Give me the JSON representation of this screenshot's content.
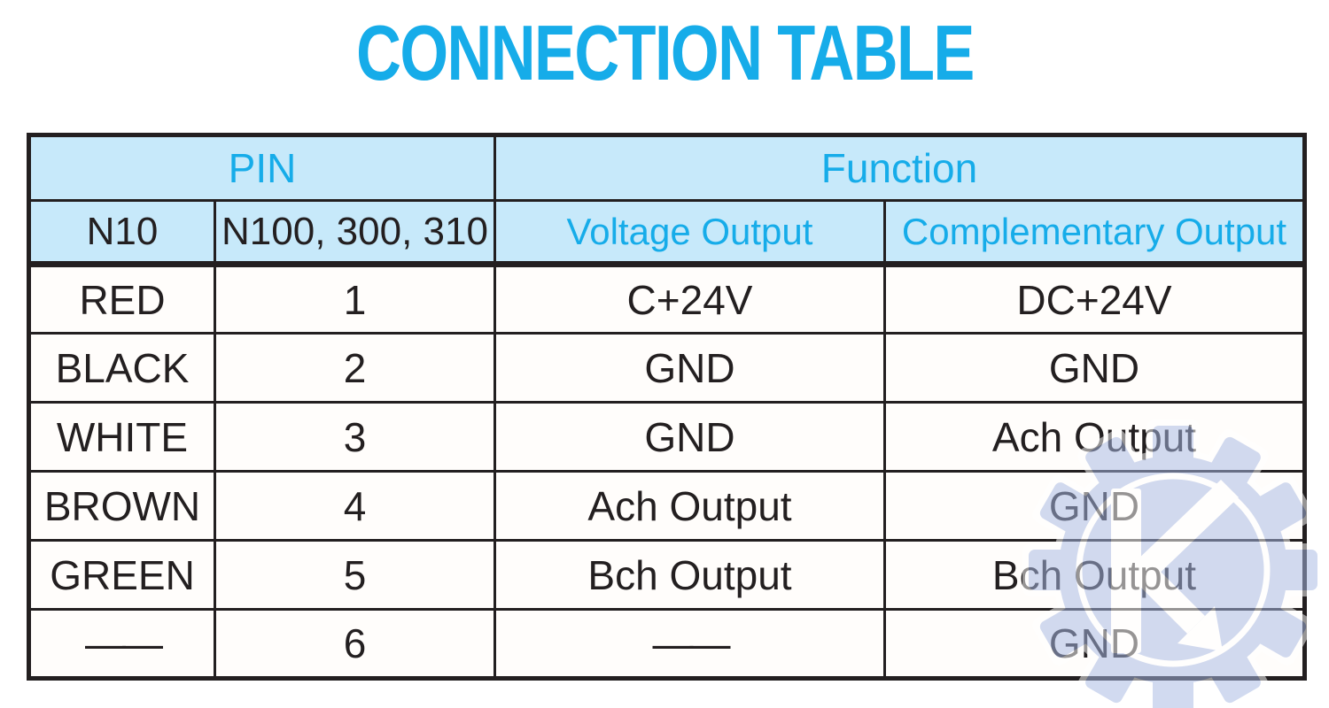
{
  "title": "CONNECTION TABLE",
  "colors": {
    "accent_cyan": "#16ace9",
    "header_bg": "#c7e9fa",
    "border_black": "#231f20",
    "watermark_blue": "#a8b9e3"
  },
  "table": {
    "group_headers": {
      "pin": "PIN",
      "function": "Function"
    },
    "sub_headers": {
      "pin_n10": "N10",
      "pin_n100": "N100, 300, 310",
      "voltage_output": "Voltage Output",
      "complementary_output": "Complementary Output"
    },
    "rows": [
      {
        "wire": "RED",
        "pin": "1",
        "voltage": "C+24V",
        "complementary": "DC+24V"
      },
      {
        "wire": "BLACK",
        "pin": "2",
        "voltage": "GND",
        "complementary": "GND"
      },
      {
        "wire": "WHITE",
        "pin": "3",
        "voltage": "GND",
        "complementary": "Ach Output"
      },
      {
        "wire": "BROWN",
        "pin": "4",
        "voltage": "Ach Output",
        "complementary": "GND"
      },
      {
        "wire": "GREEN",
        "pin": "5",
        "voltage": "Bch Output",
        "complementary": "Bch Output"
      },
      {
        "wire": "——",
        "pin": "6",
        "voltage": "——",
        "complementary": "GND"
      }
    ]
  },
  "watermark": {
    "icon": "gear-with-k-arrow"
  }
}
